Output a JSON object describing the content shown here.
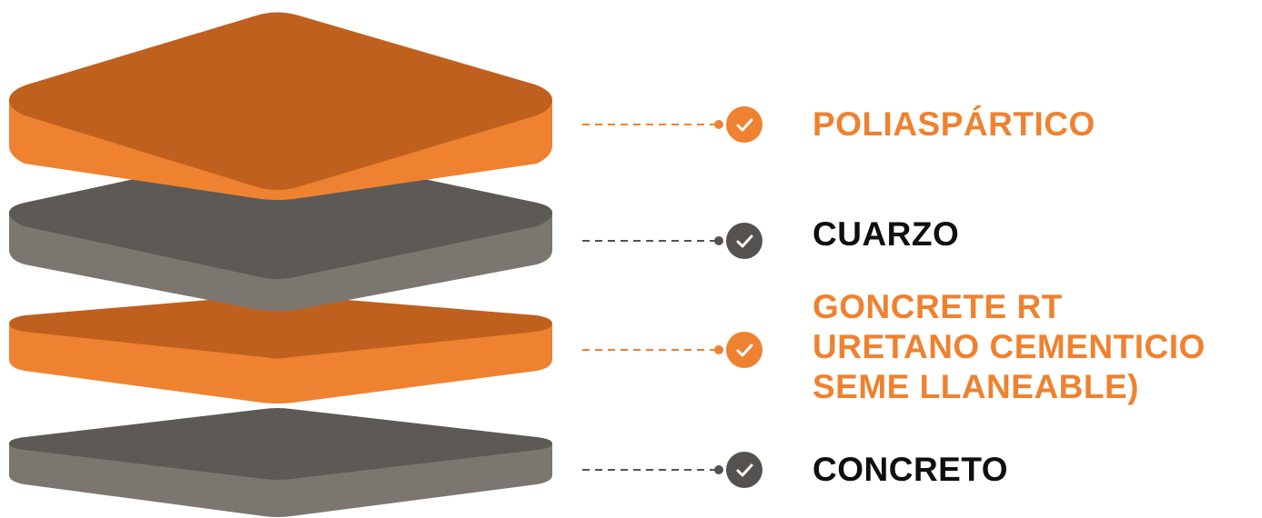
{
  "colors": {
    "orange_side": "#ee8230",
    "orange_top": "#c0601f",
    "gray_side": "#7b7670",
    "gray_top": "#5d5955",
    "connector_orange": "#ee8230",
    "connector_gray": "#55514e",
    "label_orange": "#ee8230",
    "label_dark": "#0f0f0f"
  },
  "layers": [
    {
      "id": "poliaspartico",
      "color": "orange",
      "icon": "check-icon",
      "label_lines": [
        "POLIASPÁRTICO"
      ]
    },
    {
      "id": "cuarzo",
      "color": "gray",
      "icon": "check-icon",
      "label_lines": [
        "CUARZO"
      ]
    },
    {
      "id": "goncrete",
      "color": "orange",
      "icon": "check-icon",
      "label_lines": [
        "GONCRETE RT",
        "URETANO CEMENTICIO",
        "SEME LLANEABLE)"
      ]
    },
    {
      "id": "concreto",
      "color": "gray",
      "icon": "check-icon",
      "label_lines": [
        "CONCRETO"
      ]
    }
  ]
}
